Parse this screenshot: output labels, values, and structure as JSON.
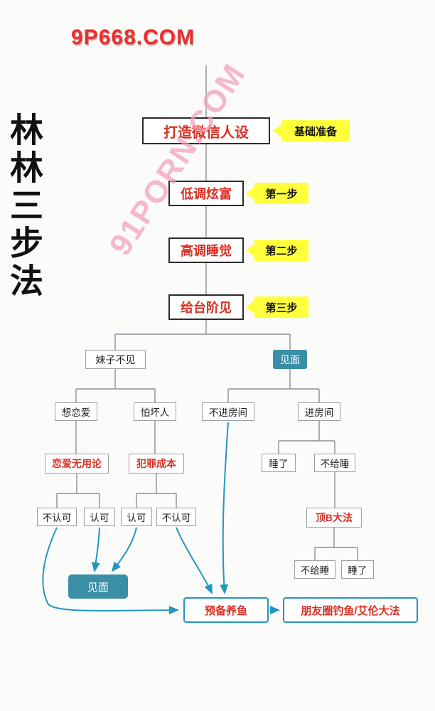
{
  "side_title": {
    "text": "林林三步法"
  },
  "watermarks": {
    "top": "9P668.COM",
    "diagonal": "91PORN.COM"
  },
  "colors": {
    "step_text_red": "#d93025",
    "tag_yellow": "#ffff3b",
    "teal_fill": "#3a8fa6",
    "teal_outline": "#2596be",
    "connector_gray": "#8a9096"
  },
  "steps": [
    {
      "label": "打造微信人设",
      "tag": "基础准备"
    },
    {
      "label": "低调炫富",
      "tag": "第一步"
    },
    {
      "label": "高调睡觉",
      "tag": "第二步"
    },
    {
      "label": "给台阶见",
      "tag": "第三步"
    }
  ],
  "nodes": {
    "meizi_no_meet": "妹子不见",
    "meet_top": "见面",
    "want_love": "想恋爱",
    "fear_bad": "怕坏人",
    "no_enter_room": "不进房间",
    "enter_room": "进房间",
    "love_useless": "恋爱无用论",
    "crime_cost": "犯罪成本",
    "slept": "睡了",
    "no_sleep": "不给睡",
    "disagree_left": "不认可",
    "agree_left": "认可",
    "agree_right": "认可",
    "disagree_right": "不认可",
    "dingb_method": "顶B大法",
    "no_sleep_2": "不给睡",
    "slept_2": "睡了",
    "meet_bottom": "见面",
    "prep_fish": "预备养鱼",
    "moments_fishing": "朋友圈钓鱼/艾伦大法"
  }
}
